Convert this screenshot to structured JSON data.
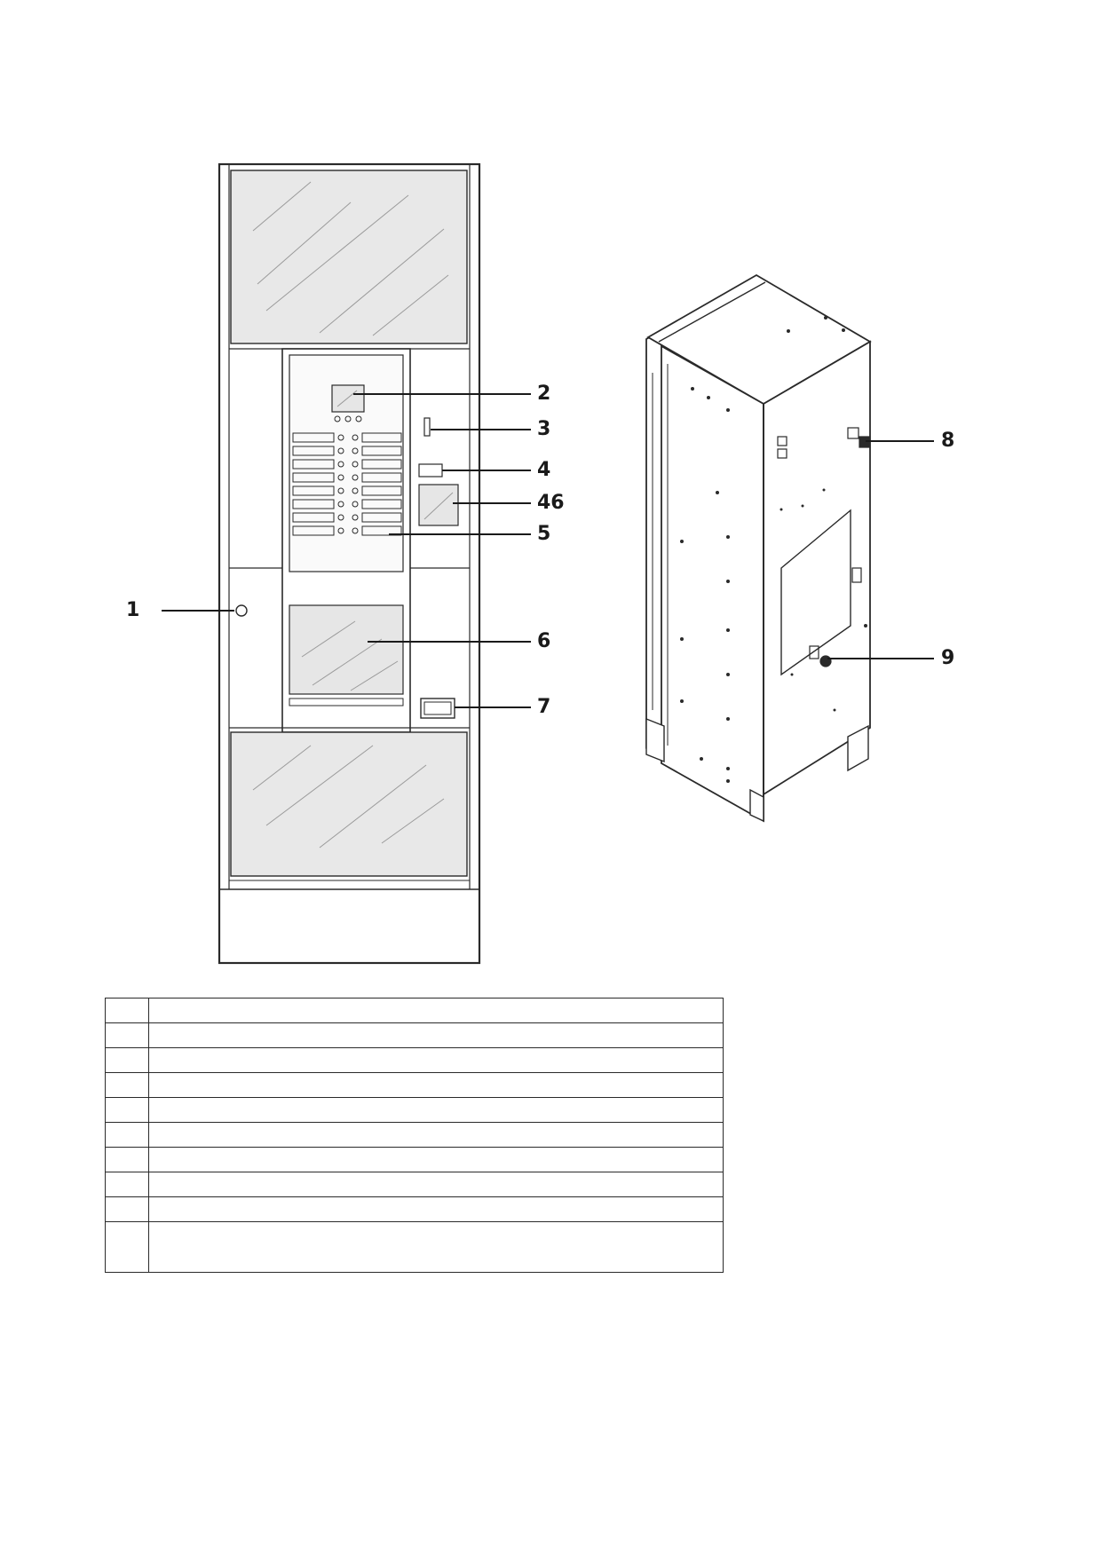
{
  "callouts": {
    "c1": "1",
    "c2": "2",
    "c3": "3",
    "c4": "4",
    "c46": "46",
    "c5": "5",
    "c6": "6",
    "c7": "7",
    "c8": "8",
    "c9": "9"
  },
  "legend": {
    "rows": [
      {
        "num": "",
        "text": ""
      },
      {
        "num": "",
        "text": ""
      },
      {
        "num": "",
        "text": ""
      },
      {
        "num": "",
        "text": ""
      },
      {
        "num": "",
        "text": ""
      },
      {
        "num": "",
        "text": ""
      },
      {
        "num": "",
        "text": ""
      },
      {
        "num": "",
        "text": ""
      },
      {
        "num": "",
        "text": ""
      },
      {
        "num": "",
        "text": ""
      }
    ]
  },
  "colors": {
    "line": "#2a2a2a",
    "glass": "#e6e6e6",
    "panel": "#f2f2f2"
  }
}
